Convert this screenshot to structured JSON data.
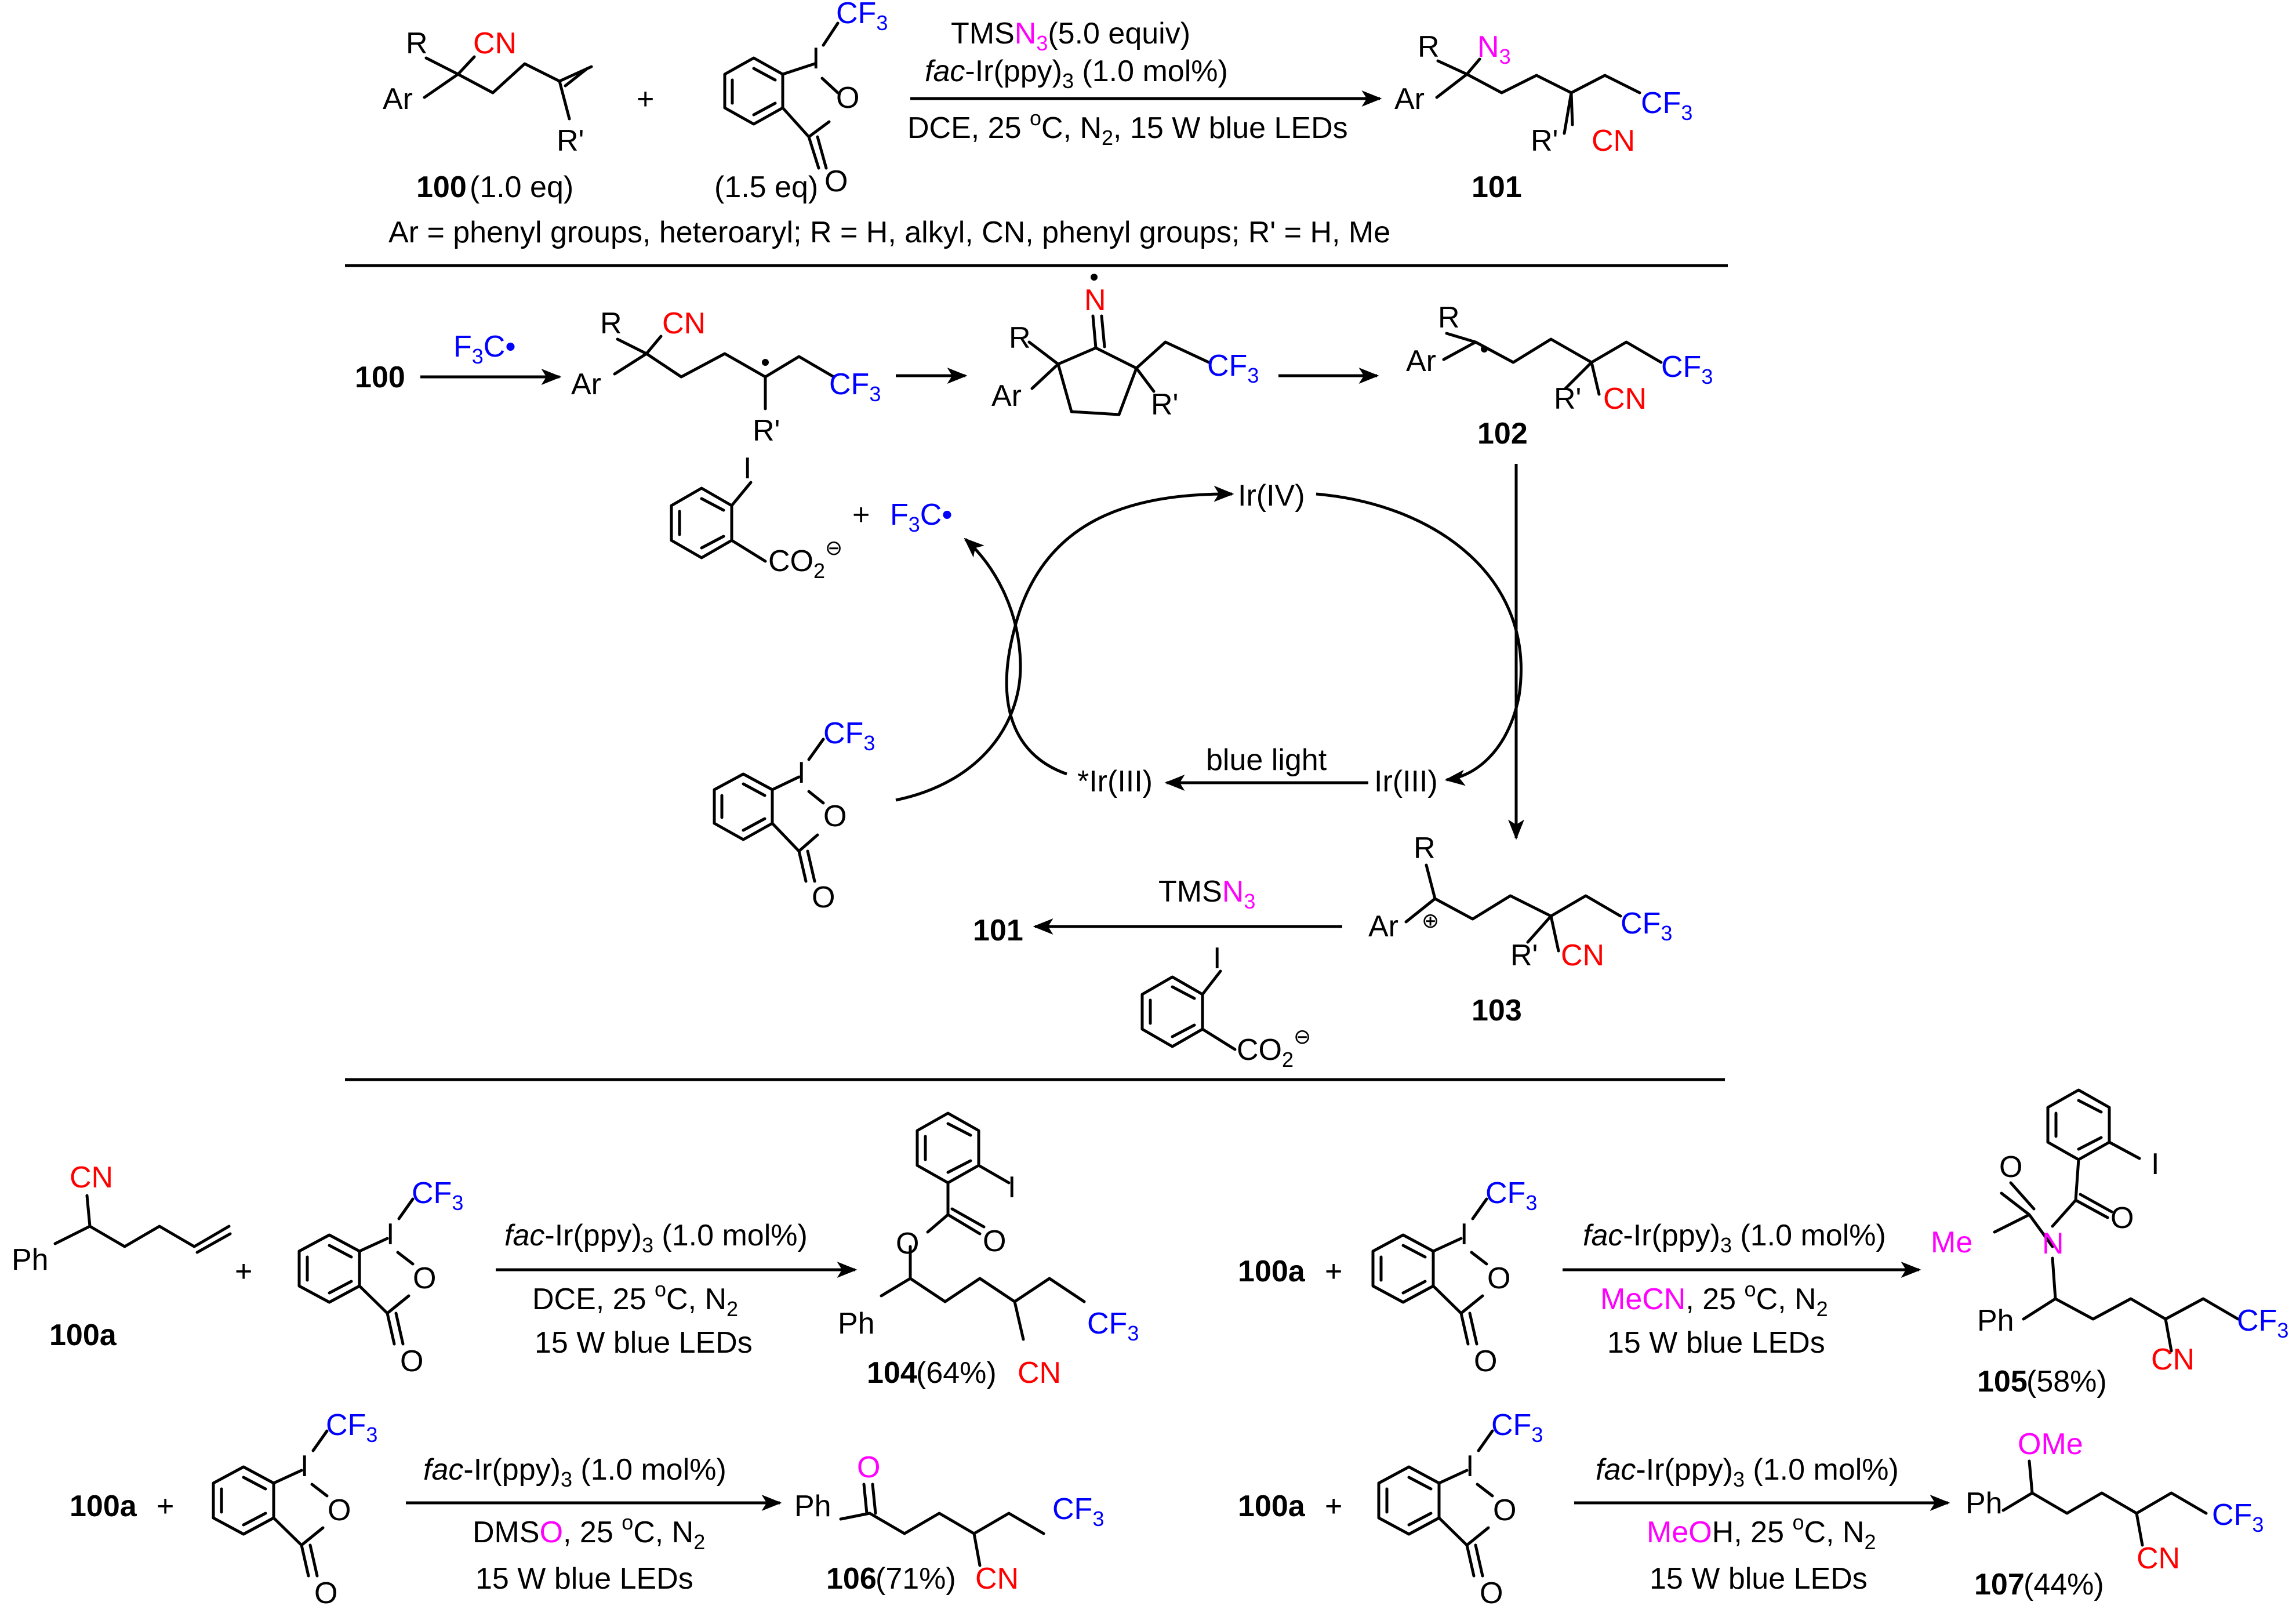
{
  "colors": {
    "nitrile": "#ff0000",
    "cf3": "#0000ff",
    "heteroatom": "#ff00ff",
    "ink": "#000000"
  },
  "labels": {
    "cn": "CN",
    "cf3": "CF",
    "three": "3",
    "two": "2",
    "r": "R",
    "r_prime": "R'",
    "ar": "Ar",
    "i": "I",
    "o": "O",
    "n": "N",
    "n3": "N",
    "ph": "Ph",
    "me": "Me",
    "ome": "OMe",
    "co2": "CO",
    "plus": "+",
    "minus_circ": "⊖",
    "plus_circ": "⊕",
    "f3c": "F",
    "c_rad": "C•",
    "eq_1_0": "(1.0 eq)",
    "eq_1_5": "(1.5 eq)",
    "blue_light": "blue light",
    "ir4": "Ir(IV)",
    "ir3": "Ir(III)",
    "ir3_star": "*Ir(III)",
    "tms": "TMS"
  },
  "top_reaction": {
    "reagent_line1_equiv": "(5.0 equiv)",
    "reagent_line2_fac": "fac",
    "reagent_line2_rest": "-Ir(ppy)",
    "reagent_line2_tail": " (1.0 mol%)",
    "conditions_a": "DCE, 25 ",
    "conditions_deg": "o",
    "conditions_b": "C, N",
    "conditions_c": ", 15 W blue LEDs",
    "substituents": "Ar  =  phenyl groups, heteroaryl; R = H, alkyl, CN, phenyl groups; R' = H, Me"
  },
  "compounds": {
    "c100": "100",
    "c100a": "100a",
    "c101": "101",
    "c102": "102",
    "c103": "103",
    "c104": "104",
    "c104_yield": "(64%)",
    "c105": "105",
    "c105_yield": "(58%)",
    "c106": "106",
    "c106_yield": "(71%)",
    "c107": "107",
    "c107_yield": "(44%)"
  },
  "bottom_conditions": {
    "fac": "fac",
    "ir": "-Ir(ppy)",
    "mol": " (1.0 mol%)",
    "dce_a": "DCE, 25 ",
    "deg": "o",
    "c_n": "C, N",
    "leds": "15  W blue LEDs",
    "mecn_solvent": "MeCN",
    "dmso_a": "DMS",
    "dmso_o": "O",
    "meoh_o": "MeO",
    "meoh_h": "H",
    "temp_a": ", 25 "
  }
}
